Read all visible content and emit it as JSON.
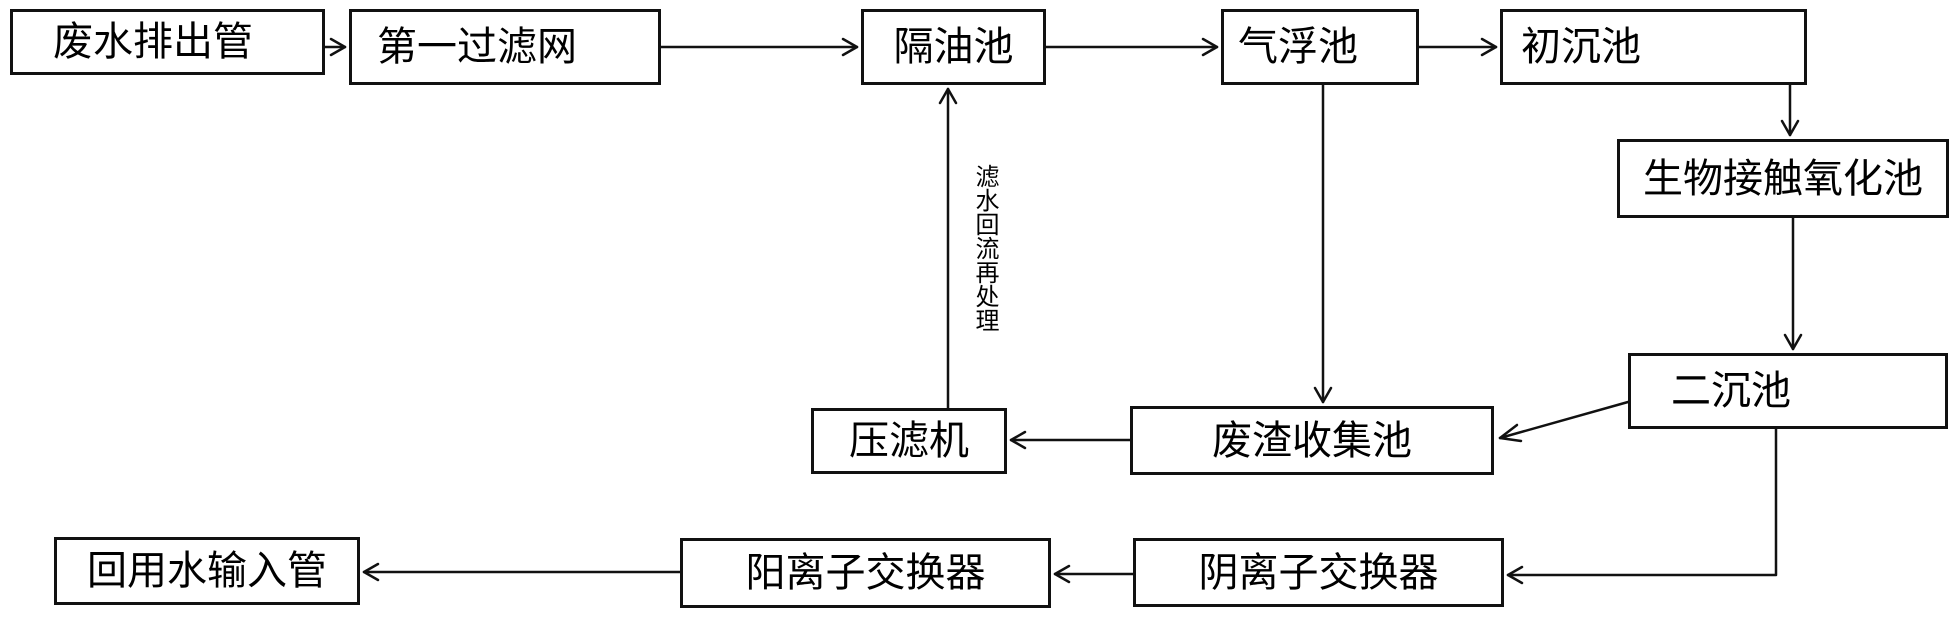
{
  "nodes": {
    "wastewater_pipe": "废水排出管",
    "first_filter": "第一过滤网",
    "oil_separator": "隔油池",
    "flotation_tank": "气浮池",
    "primary_settling": "初沉池",
    "bio_contact_oxidation": "生物接触氧化池",
    "secondary_settling": "二沉池",
    "slag_collection": "废渣收集池",
    "filter_press": "压滤机",
    "recycled_water_pipe": "回用水输入管",
    "cation_exchanger": "阳离子交换器",
    "anion_exchanger": "阴离子交换器"
  },
  "edge_labels": {
    "filtrate_return": "滤水回流再处理"
  },
  "colors": {
    "line": "#111111",
    "text": "#000000",
    "background": "#ffffff"
  }
}
